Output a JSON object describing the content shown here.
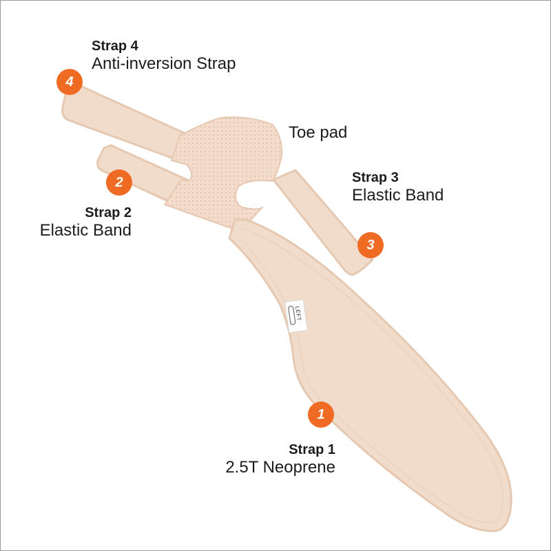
{
  "colors": {
    "strap_fill": "#f1dccb",
    "strap_border": "#e6c8b1",
    "mesh_fill": "#f3dccb",
    "mesh_dot": "#d8b49b",
    "badge": "#ef6a23",
    "text": "#1c1c1c"
  },
  "labels": {
    "strap4": {
      "title": "Strap 4",
      "sub": "Anti-inversion Strap",
      "badge": "4"
    },
    "strap2": {
      "title": "Strap 2",
      "sub": "Elastic Band",
      "badge": "2"
    },
    "strap3": {
      "title": "Strap 3",
      "sub": "Elastic Band",
      "badge": "3"
    },
    "strap1": {
      "title": "Strap 1",
      "sub": "2.5T Neoprene",
      "badge": "1"
    },
    "toe_pad": "Toe pad"
  },
  "tag": {
    "text": "LEFT",
    "icon": "tag-logo-icon"
  }
}
